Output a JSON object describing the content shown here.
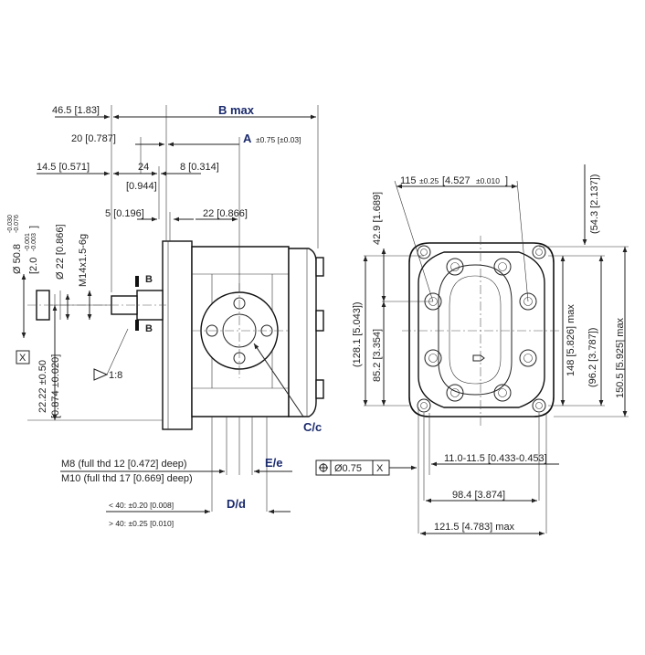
{
  "side_view": {
    "dim_46_5": "46.5 [1.83]",
    "b_max": "B max",
    "dim_20": "20 [0.787]",
    "a_label": "A",
    "a_tol": "±0.75 [±0.03]",
    "dim_14_5": "14.5 [0.571]",
    "dim_24": "24",
    "dim_8": "8 [0.314]",
    "dim_0_944": "[0.944]",
    "dim_5": "5 [0.196]",
    "dim_22_top": "22 [0.866]",
    "shaft_dia": "Ø 50.8",
    "shaft_dia_tol_top": "-0.030",
    "shaft_dia_tol_bot": "-0.076",
    "shaft_dia_in": "[2.0",
    "shaft_dia_in_tol_top": "-0.001",
    "shaft_dia_in_tol_bot": "-0.003",
    "shaft_dia_close": "]",
    "dim_22_vert": "Ø 22 [0.866]",
    "thread": "M14x1.5-6g",
    "datum_x": "X",
    "taper": "1:8",
    "section_b": "B",
    "dim_22_22": "22.22 ±0.50",
    "dim_22_22_in": "[0.874 ±0.020]",
    "c_label": "C/c",
    "e_label": "E/e",
    "d_label": "D/d",
    "m8": "M8 (full thd 12 [0.472] deep)",
    "m10": "M10 (full thd 17 [0.669] deep)",
    "tol_lt40": "< 40: ±0.20 [0.008]",
    "tol_gt40": "> 40: ±0.25 [0.010]"
  },
  "front_view": {
    "dim_115": "115",
    "dim_115_tol": "±0.25",
    "dim_115_in": "[4.527",
    "dim_115_in_tol": "±0.010",
    "dim_115_close": "]",
    "dim_42_9": "42.9 [1.689]",
    "dim_54_3": "(54.3 [2.137])",
    "dim_128_1": "(128.1 [5.043])",
    "dim_85_2": "85.2 [3.354]",
    "dim_148": "148 [5.826] max",
    "dim_96_2": "(96.2 [3.787])",
    "dim_150_5": "150.5 [5.925] max",
    "position_tol": "Ø0.75",
    "position_datum": "X",
    "dim_11": "11.0-11.5 [0.433-0.453]",
    "dim_98_4": "98.4 [3.874]",
    "dim_121_5": "121.5 [4.783] max"
  }
}
